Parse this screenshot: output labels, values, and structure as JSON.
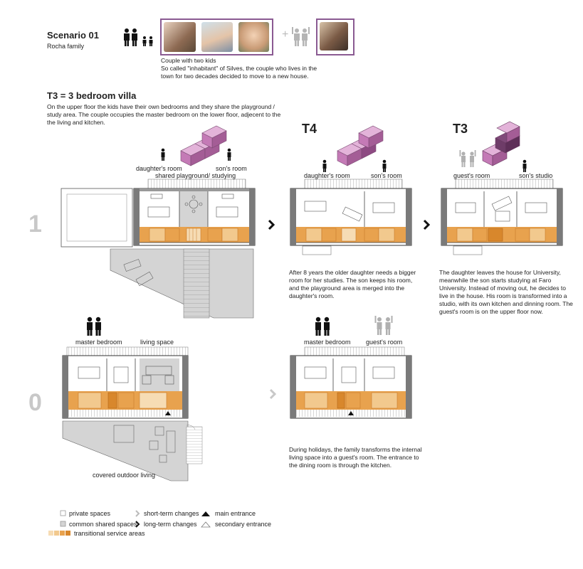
{
  "header": {
    "title": "Scenario 01",
    "subtitle": "Rocha family",
    "caption_lines": [
      "Couple with two kids",
      "So called \"inhabitant\" of Silves, the couple who lives in the",
      "town for two decades decided to move to a new house."
    ],
    "plus": "+"
  },
  "villa": {
    "heading": "T3 = 3 bedroom villa",
    "desc_lines": [
      "On the upper floor the kids have their own bedrooms and they share the playground /",
      "study area. The couple occupies the master bedroom on the lower floor, adjecent to the",
      "the living and kitchen."
    ]
  },
  "levels": {
    "upper": "1",
    "ground": "0"
  },
  "t4": {
    "heading": "T4",
    "labels": {
      "daughter": "daughter's room",
      "son": "son's room"
    },
    "desc_lines": [
      "After 8 years the older daughter needs a bigger",
      "room for her studies. The son keeps his room,",
      "and the playground area is merged into the",
      "daughter's room."
    ]
  },
  "t3": {
    "heading": "T3",
    "labels": {
      "guest": "guest's room",
      "studio": "son's studio"
    },
    "desc_lines": [
      "The daughter leaves the house for University,",
      "meanwhile the son starts studying at Faro",
      "University. Instead of moving out, he decides to",
      "live in the house. His room is transformed into a",
      "studio, with its own kitchen and dinning room. The",
      "guest's room is on the upper floor now."
    ]
  },
  "plan_upper": {
    "labels": {
      "daughter": "daughter's room",
      "son": "son's room",
      "shared": "shared playground/ studying"
    }
  },
  "plan_ground": {
    "labels": {
      "master": "master bedroom",
      "living": "living space",
      "outdoor": "covered outdoor living"
    }
  },
  "plan_holiday": {
    "labels": {
      "master": "master bedroom",
      "guest": "guest's room"
    },
    "desc_lines": [
      "During holidays, the family transforms the internal",
      "living space into a guest's room. The entrance to",
      "the dining room is through the kitchen."
    ]
  },
  "legend": {
    "private": "private spaces",
    "common": "common shared spaces",
    "transitional": "transitional service areas",
    "short_term": "short-term changes",
    "long_term": "long-term changes",
    "main_entrance": "main entrance",
    "secondary_entrance": "secondary entrance"
  },
  "colors": {
    "orange": "#e8a24e",
    "light_orange": "#f2c98e",
    "pale_orange": "#f6dcb4",
    "dark_orange": "#d8872c",
    "grey_wall": "#7a7a7a",
    "shared_grey": "#d4d4d4",
    "magenta": "#c47ab6",
    "photo_frame": "#8a5a92",
    "level_grey": "#c8c8c8"
  }
}
